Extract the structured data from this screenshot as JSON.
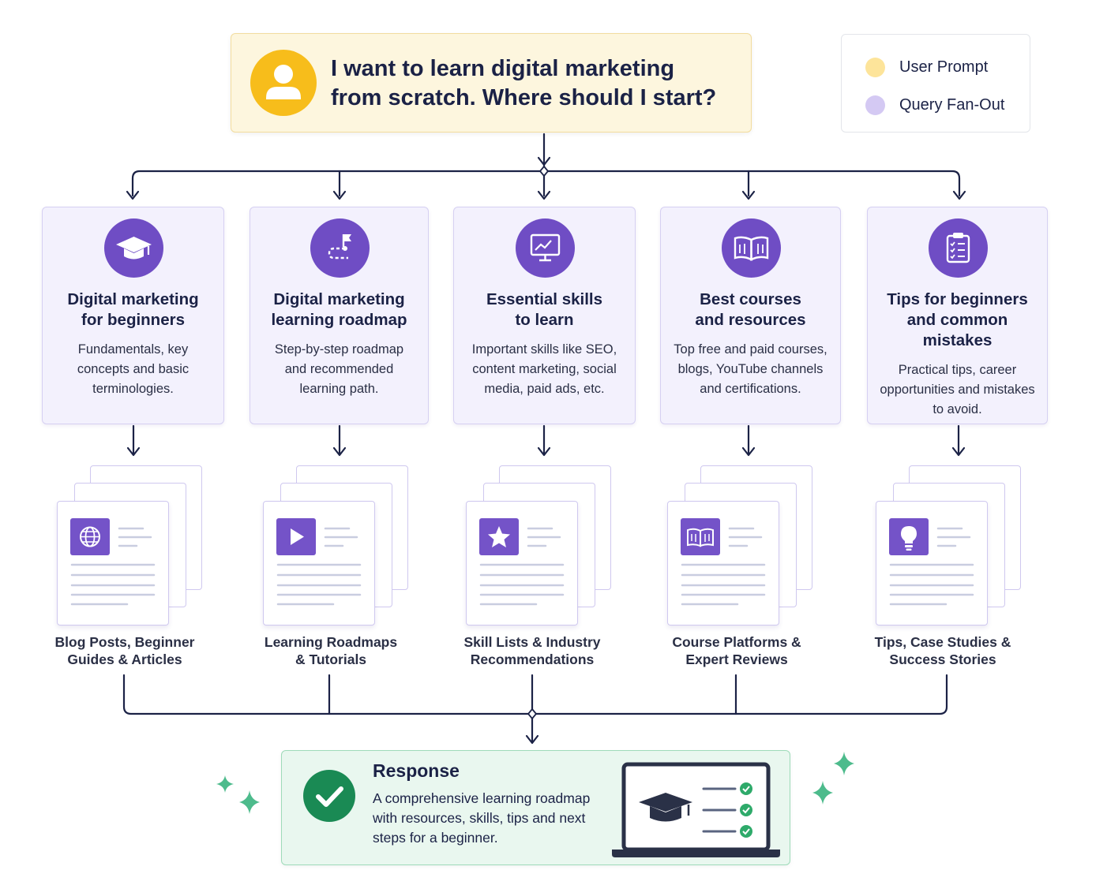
{
  "prompt": {
    "line1": "I want to learn digital marketing",
    "line2": "from scratch. Where should I start?"
  },
  "legend": [
    {
      "label": "User Prompt",
      "color": "#fde49a"
    },
    {
      "label": "Query Fan-Out",
      "color": "#d4c9f3"
    }
  ],
  "fanout": [
    {
      "icon": "graduation-cap-icon",
      "title": [
        "Digital marketing",
        "for beginners"
      ],
      "desc": [
        "Fundamentals, key",
        "concepts and basic",
        "terminologies."
      ]
    },
    {
      "icon": "flag-path-icon",
      "title": [
        "Digital marketing",
        "learning roadmap"
      ],
      "desc": [
        "Step-by-step roadmap",
        "and recommended",
        "learning path."
      ]
    },
    {
      "icon": "monitor-chart-icon",
      "title": [
        "Essential skills",
        "to learn"
      ],
      "desc": [
        "Important skills like SEO,",
        "content marketing, social",
        "media, paid ads, etc."
      ]
    },
    {
      "icon": "open-book-icon",
      "title": [
        "Best courses",
        "and resources"
      ],
      "desc": [
        "Top free and paid courses,",
        "blogs, YouTube channels",
        "and certifications."
      ]
    },
    {
      "icon": "clipboard-checklist-icon",
      "title": [
        "Tips for beginners",
        "and common",
        "mistakes"
      ],
      "desc": [
        "Practical tips, career",
        "opportunities and mistakes",
        "to avoid."
      ]
    }
  ],
  "sources": [
    {
      "icon": "globe-icon",
      "label": [
        "Blog Posts, Beginner",
        "Guides & Articles"
      ]
    },
    {
      "icon": "play-icon",
      "label": [
        "Learning Roadmaps",
        "& Tutorials"
      ]
    },
    {
      "icon": "star-icon",
      "label": [
        "Skill Lists & Industry",
        "Recommendations"
      ]
    },
    {
      "icon": "book-icon",
      "label": [
        "Course Platforms &",
        "Expert Reviews"
      ]
    },
    {
      "icon": "lightbulb-icon",
      "label": [
        "Tips, Case Studies &",
        "Success Stories"
      ]
    }
  ],
  "response": {
    "title": "Response",
    "desc": [
      "A comprehensive learning roadmap",
      "with resources, skills, tips and next",
      "steps for a beginner."
    ]
  },
  "colors": {
    "accent_purple": "#6f4dc4",
    "prompt_yellow": "#f7bd1b",
    "response_green": "#1a8a54",
    "connector_navy": "#1b2246",
    "sparkle_green": "#4dbb8c"
  }
}
